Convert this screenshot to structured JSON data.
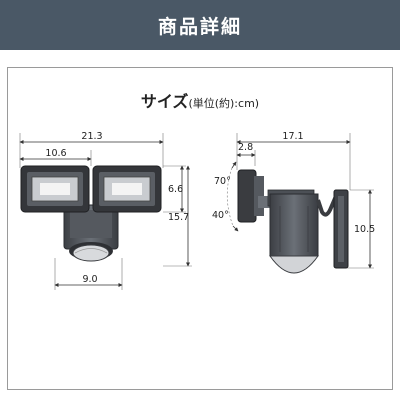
{
  "header": {
    "title": "商品詳細"
  },
  "size_section": {
    "title": "サイズ",
    "unit_note": "(単位(約):cm)"
  },
  "front_view": {
    "total_width": "21.3",
    "lamp_width": "10.6",
    "lamp_height": "6.6",
    "total_height": "15.7",
    "base_width": "9.0"
  },
  "side_view": {
    "total_depth": "17.1",
    "lamp_depth": "2.8",
    "angle_up": "70°",
    "angle_down": "40°",
    "body_height": "10.5"
  }
}
